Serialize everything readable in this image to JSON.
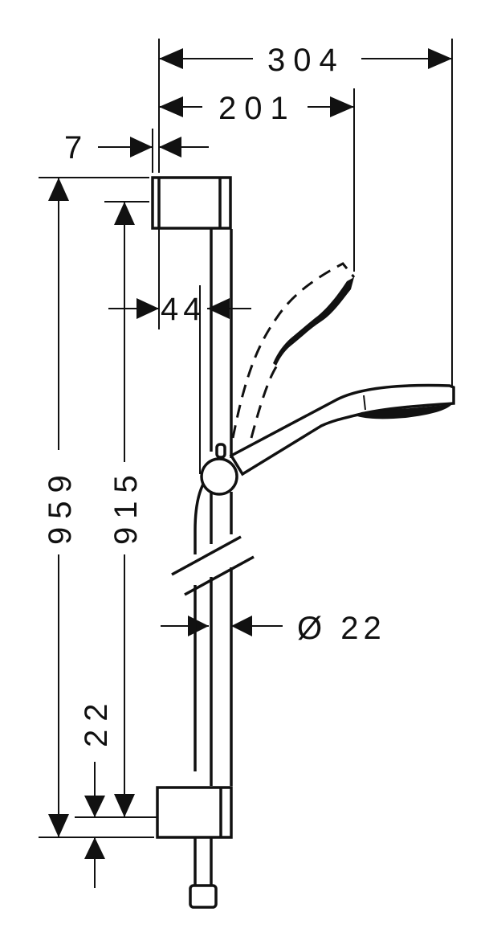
{
  "drawing": {
    "title": "Shower rail set technical dimension drawing",
    "units": "mm",
    "line_color": "#111111",
    "background_color": "#ffffff"
  },
  "dimensions": {
    "overall_projection": {
      "label": "304",
      "orientation": "horizontal"
    },
    "handshower_tilted_projection": {
      "label": "201",
      "orientation": "horizontal"
    },
    "bracket_offset": {
      "label": "7",
      "orientation": "horizontal"
    },
    "rail_offset": {
      "label": "44",
      "orientation": "horizontal"
    },
    "overall_height": {
      "label": "959",
      "orientation": "vertical"
    },
    "rail_length": {
      "label": "915",
      "orientation": "vertical"
    },
    "lower_offset": {
      "label": "22",
      "orientation": "vertical"
    },
    "rail_diameter": {
      "label": "Ø 22",
      "orientation": "horizontal"
    }
  },
  "components": [
    {
      "id": "top-wall-bracket",
      "label": "Top wall bracket"
    },
    {
      "id": "rail",
      "label": "Shower rail"
    },
    {
      "id": "slider",
      "label": "Slider with handshower holder"
    },
    {
      "id": "handshower",
      "label": "Handshower (horizontal position)"
    },
    {
      "id": "handshower-tilted",
      "label": "Handshower (tilted position, dashed)"
    },
    {
      "id": "hose",
      "label": "Shower hose"
    },
    {
      "id": "bottom-wall-bracket",
      "label": "Bottom wall bracket"
    },
    {
      "id": "hose-connector",
      "label": "Hose connector"
    }
  ]
}
